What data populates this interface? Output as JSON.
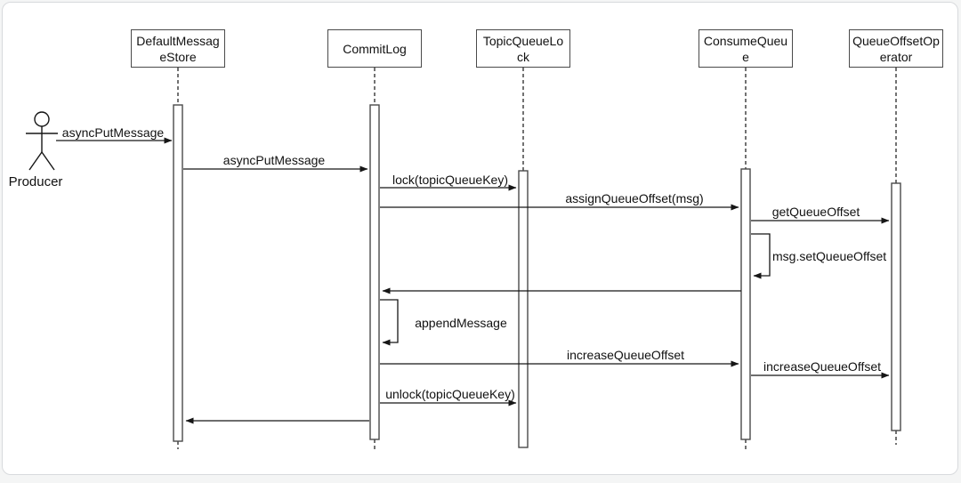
{
  "diagram_type": "uml-sequence-diagram",
  "colors": {
    "line": "#161616",
    "box_border": "#4a4a4a",
    "box_fill": "#ffffff",
    "card_border": "#d8dadd",
    "card_fill": "#ffffff",
    "page_bg": "#f4f5f5",
    "text": "#111111"
  },
  "actor": {
    "label": "Producer"
  },
  "participants": [
    {
      "name": "DefaultMessageStore",
      "lines": [
        "DefaultMessag",
        "eStore"
      ]
    },
    {
      "name": "CommitLog",
      "lines": [
        "CommitLog",
        ""
      ]
    },
    {
      "name": "TopicQueueLock",
      "lines": [
        "TopicQueueLo",
        "ck"
      ]
    },
    {
      "name": "ConsumeQueue",
      "lines": [
        "ConsumeQueu",
        "e"
      ]
    },
    {
      "name": "QueueOffsetOperator",
      "lines": [
        "QueueOffsetOp",
        "erator"
      ]
    }
  ],
  "messages": [
    {
      "from": "Producer",
      "to": "DefaultMessageStore",
      "label": "asyncPutMessage",
      "kind": "call"
    },
    {
      "from": "DefaultMessageStore",
      "to": "CommitLog",
      "label": "asyncPutMessage",
      "kind": "call"
    },
    {
      "from": "CommitLog",
      "to": "TopicQueueLock",
      "label": "lock(topicQueueKey)",
      "kind": "call"
    },
    {
      "from": "CommitLog",
      "to": "ConsumeQueue",
      "label": "assignQueueOffset(msg)",
      "kind": "call"
    },
    {
      "from": "ConsumeQueue",
      "to": "QueueOffsetOperator",
      "label": "getQueueOffset",
      "kind": "call"
    },
    {
      "from": "ConsumeQueue",
      "to": "ConsumeQueue",
      "label": "msg.setQueueOffset",
      "kind": "self"
    },
    {
      "from": "ConsumeQueue",
      "to": "CommitLog",
      "label": "",
      "kind": "return"
    },
    {
      "from": "CommitLog",
      "to": "CommitLog",
      "label": "appendMessage",
      "kind": "self"
    },
    {
      "from": "CommitLog",
      "to": "ConsumeQueue",
      "label": "increaseQueueOffset",
      "kind": "call"
    },
    {
      "from": "ConsumeQueue",
      "to": "QueueOffsetOperator",
      "label": "increaseQueueOffset",
      "kind": "call"
    },
    {
      "from": "CommitLog",
      "to": "TopicQueueLock",
      "label": "unlock(topicQueueKey)",
      "kind": "call"
    },
    {
      "from": "CommitLog",
      "to": "DefaultMessageStore",
      "label": "",
      "kind": "return"
    }
  ]
}
